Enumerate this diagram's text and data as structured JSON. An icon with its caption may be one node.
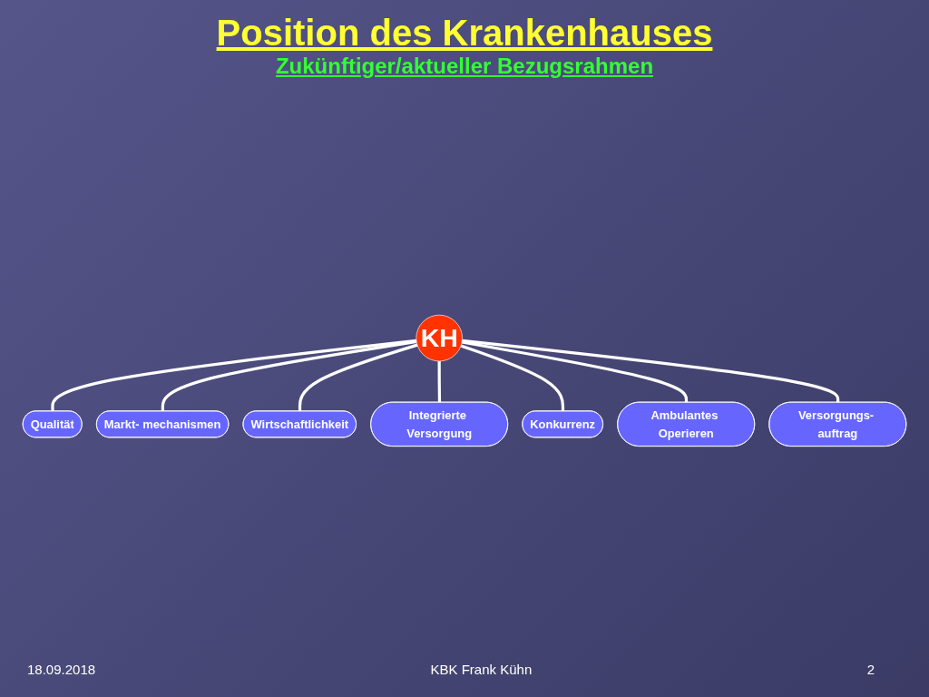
{
  "diagram": {
    "title": "Position des Krankenhauses",
    "caption": "Zukünftiger/aktueller Bezugsrahmen",
    "nodes": [
      {
        "text": [
          "KH"
        ]
      },
      {
        "text": [
          "Qualität"
        ]
      },
      {
        "text": [
          "Markt- mechanismen"
        ]
      },
      {
        "text": [
          "Wirtschaftlichkeit"
        ]
      },
      {
        "text": [
          "Integrierte Versorgung"
        ]
      },
      {
        "text": [
          "Konkurrenz"
        ]
      },
      {
        "text": [
          "Ambulantes Operieren"
        ]
      },
      {
        "text": [
          "Versorgungs- auftrag"
        ]
      }
    ],
    "edges": [
      {
        "from": 0,
        "to": 1,
        "arrow": "none"
      },
      {
        "from": 0,
        "to": 2,
        "arrow": "none"
      },
      {
        "from": 0,
        "to": 3,
        "arrow": "none"
      },
      {
        "from": 0,
        "to": 4,
        "arrow": "none"
      },
      {
        "from": 0,
        "to": 5,
        "arrow": "none"
      },
      {
        "from": 0,
        "to": 6,
        "arrow": "none"
      },
      {
        "from": 0,
        "to": 7,
        "arrow": "none"
      }
    ],
    "labels": [
      "18.09.2018",
      "KBK Frank Kühn",
      "2"
    ]
  }
}
